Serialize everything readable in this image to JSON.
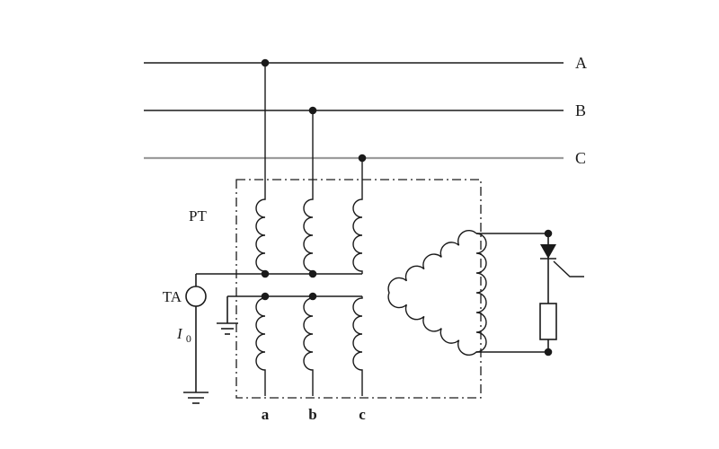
{
  "diagram": {
    "phase_labels": {
      "a": "A",
      "b": "B",
      "c": "C"
    },
    "transformer_label": "PT",
    "current_transformer_label": "TA",
    "residual_current": {
      "symbol": "I",
      "subscript": "0"
    },
    "secondary_terminal_labels": {
      "a": "a",
      "b": "b",
      "c": "c"
    },
    "colors": {
      "stroke": "#1a1a1a",
      "phase_c_stroke": "#9c9c9c",
      "background": "#ffffff"
    }
  }
}
